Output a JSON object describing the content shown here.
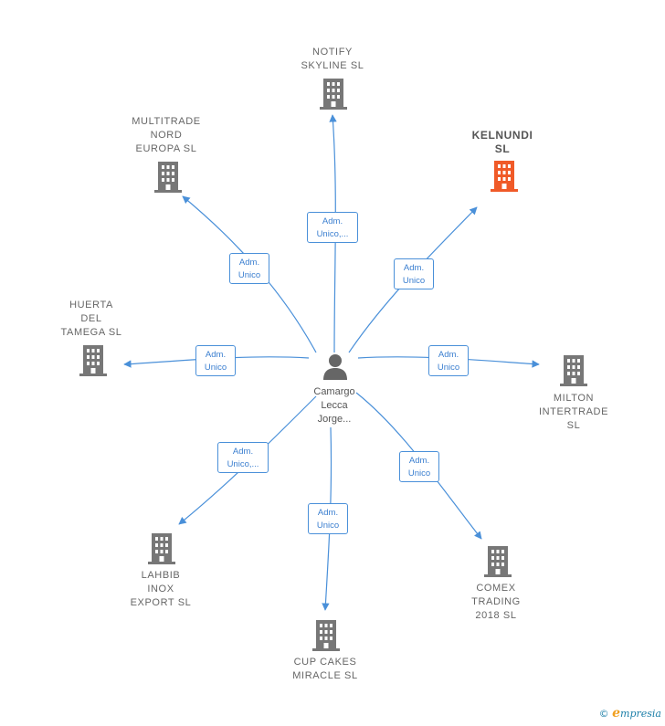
{
  "center": {
    "name": "Camargo\nLecca\nJorge...",
    "icon": "person-icon"
  },
  "companies": [
    {
      "id": "notify",
      "name": "NOTIFY\nSKYLINE  SL",
      "role": "Adm.\nUnico,...",
      "highlight": false
    },
    {
      "id": "kelnundi",
      "name": "KELNUNDI\nSL",
      "role": "Adm.\nUnico",
      "highlight": true
    },
    {
      "id": "multitrade",
      "name": "MULTITRADE\nNORD\nEUROPA  SL",
      "role": "Adm.\nUnico",
      "highlight": false
    },
    {
      "id": "huerta",
      "name": "HUERTA\nDEL\nTAMEGA  SL",
      "role": "Adm.\nUnico",
      "highlight": false
    },
    {
      "id": "milton",
      "name": "MILTON\nINTERTRADE\nSL",
      "role": "Adm.\nUnico",
      "highlight": false
    },
    {
      "id": "lahbib",
      "name": "LAHBIB\nINOX\nEXPORT  SL",
      "role": "Adm.\nUnico,...",
      "highlight": false
    },
    {
      "id": "cupcakes",
      "name": "CUP CAKES\nMIRACLE  SL",
      "role": "Adm.\nUnico",
      "highlight": false
    },
    {
      "id": "comex",
      "name": "COMEX\nTRADING\n2018  SL",
      "role": "Adm.\nUnico",
      "highlight": false
    }
  ],
  "colors": {
    "edge": "#4a90d9",
    "building": "#777777",
    "building_highlight": "#f05a28",
    "person": "#666666"
  },
  "footer": {
    "copyright": "©",
    "brand_first": "e",
    "brand_rest": "mpresia"
  }
}
